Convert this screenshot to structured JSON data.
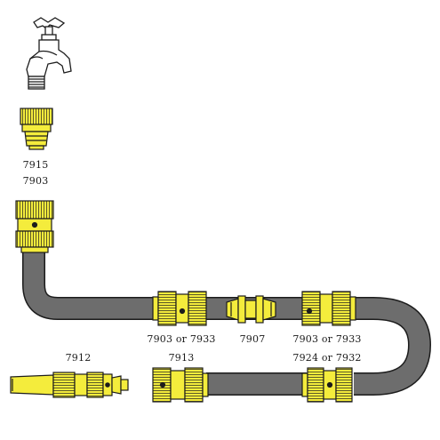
{
  "labels": {
    "tap_adaptor": "7915",
    "hose_end_connector": "7903",
    "connector_left_mid": "7903 or 7933",
    "hose_joiner": "7907",
    "connector_right_mid": "7903 or 7933",
    "nozzle": "7912",
    "connector_bottom_left": "7913",
    "connector_bottom_right": "7924 or 7932"
  },
  "colors": {
    "fitting_yellow": "#f4ec3c",
    "outline": "#1c1c1c",
    "hose_grey": "#6d6d6d",
    "tap_white": "#ffffff"
  },
  "icons": {
    "tap": "garden-tap-icon"
  }
}
